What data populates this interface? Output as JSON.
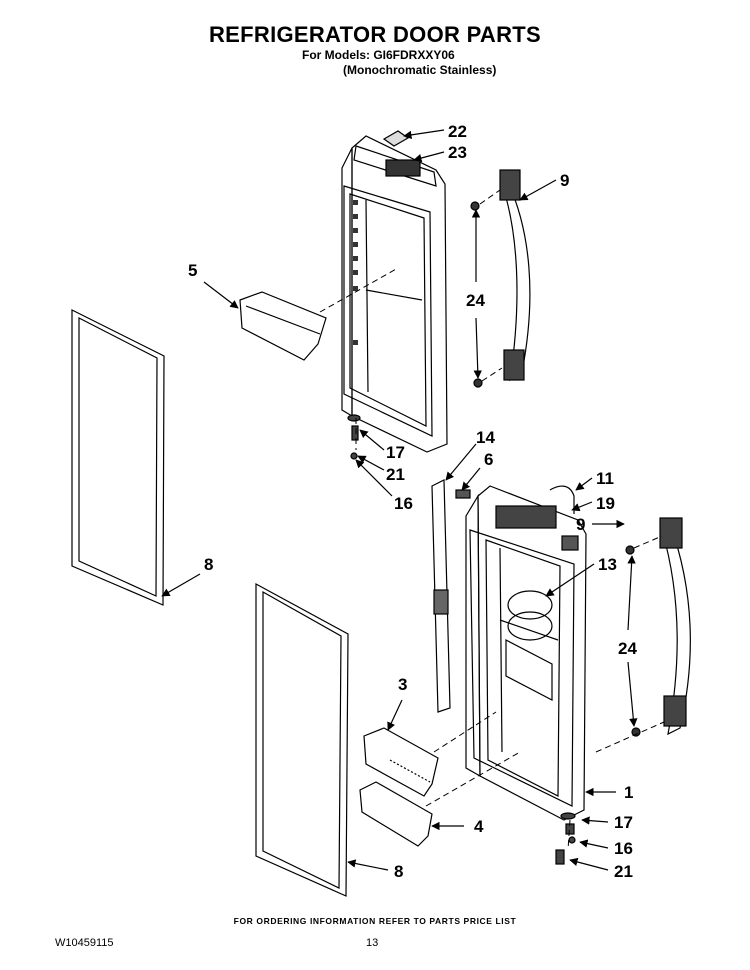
{
  "header": {
    "title": "REFRIGERATOR DOOR PARTS",
    "models": "For Models: GI6FDRXXY06",
    "finish": "(Monochromatic Stainless)"
  },
  "callouts": {
    "c22": "22",
    "c23": "23",
    "c9a": "9",
    "c5": "5",
    "c24a": "24",
    "c14": "14",
    "c6": "6",
    "c17a": "17",
    "c21a": "21",
    "c16a": "16",
    "c11": "11",
    "c19": "19",
    "c9b": "9",
    "c13": "13",
    "c8a": "8",
    "c24b": "24",
    "c3": "3",
    "c1": "1",
    "c4": "4",
    "c17b": "17",
    "c16b": "16",
    "c21b": "21",
    "c8b": "8"
  },
  "footer": {
    "ordering_note": "FOR ORDERING INFORMATION REFER TO PARTS PRICE LIST",
    "document_number": "W10459115",
    "page_number": "13"
  }
}
